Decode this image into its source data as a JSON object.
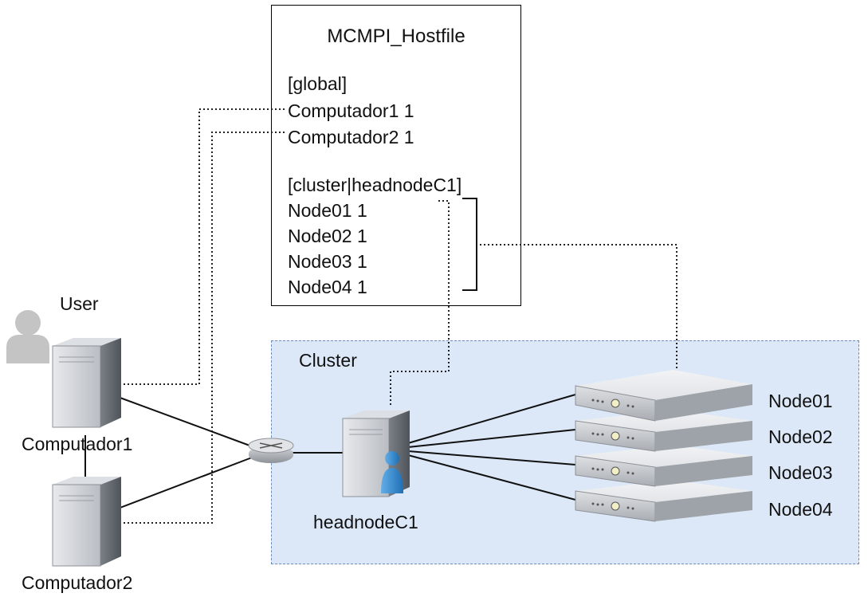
{
  "hostfile": {
    "title": "MCMPI_Hostfile",
    "lines": [
      "[global]",
      "Computador1 1",
      "Computador2 1",
      "[cluster|headnodeC1]",
      "Node01 1",
      "Node02 1",
      "Node03 1",
      "Node04 1"
    ]
  },
  "cluster": {
    "label": "Cluster"
  },
  "user": {
    "label": "User"
  },
  "computers": {
    "c1": "Computador1",
    "c2": "Computador2"
  },
  "headnode": {
    "label": "headnodeC1"
  },
  "nodes": [
    "Node01",
    "Node02",
    "Node03",
    "Node04"
  ],
  "colors": {
    "cluster_fill": "#dce8f8",
    "cluster_border": "#6d8fb8",
    "server_dark": "#55595f",
    "server_light": "#c9ccd1",
    "user_icon": "#c4c4c4",
    "admin_icon": "#2d7fc6"
  },
  "icons": {
    "user": "user-silhouette-icon",
    "computer": "tower-server-icon",
    "router": "router-icon",
    "headnode": "tower-server-admin-icon",
    "node": "rack-server-icon"
  }
}
